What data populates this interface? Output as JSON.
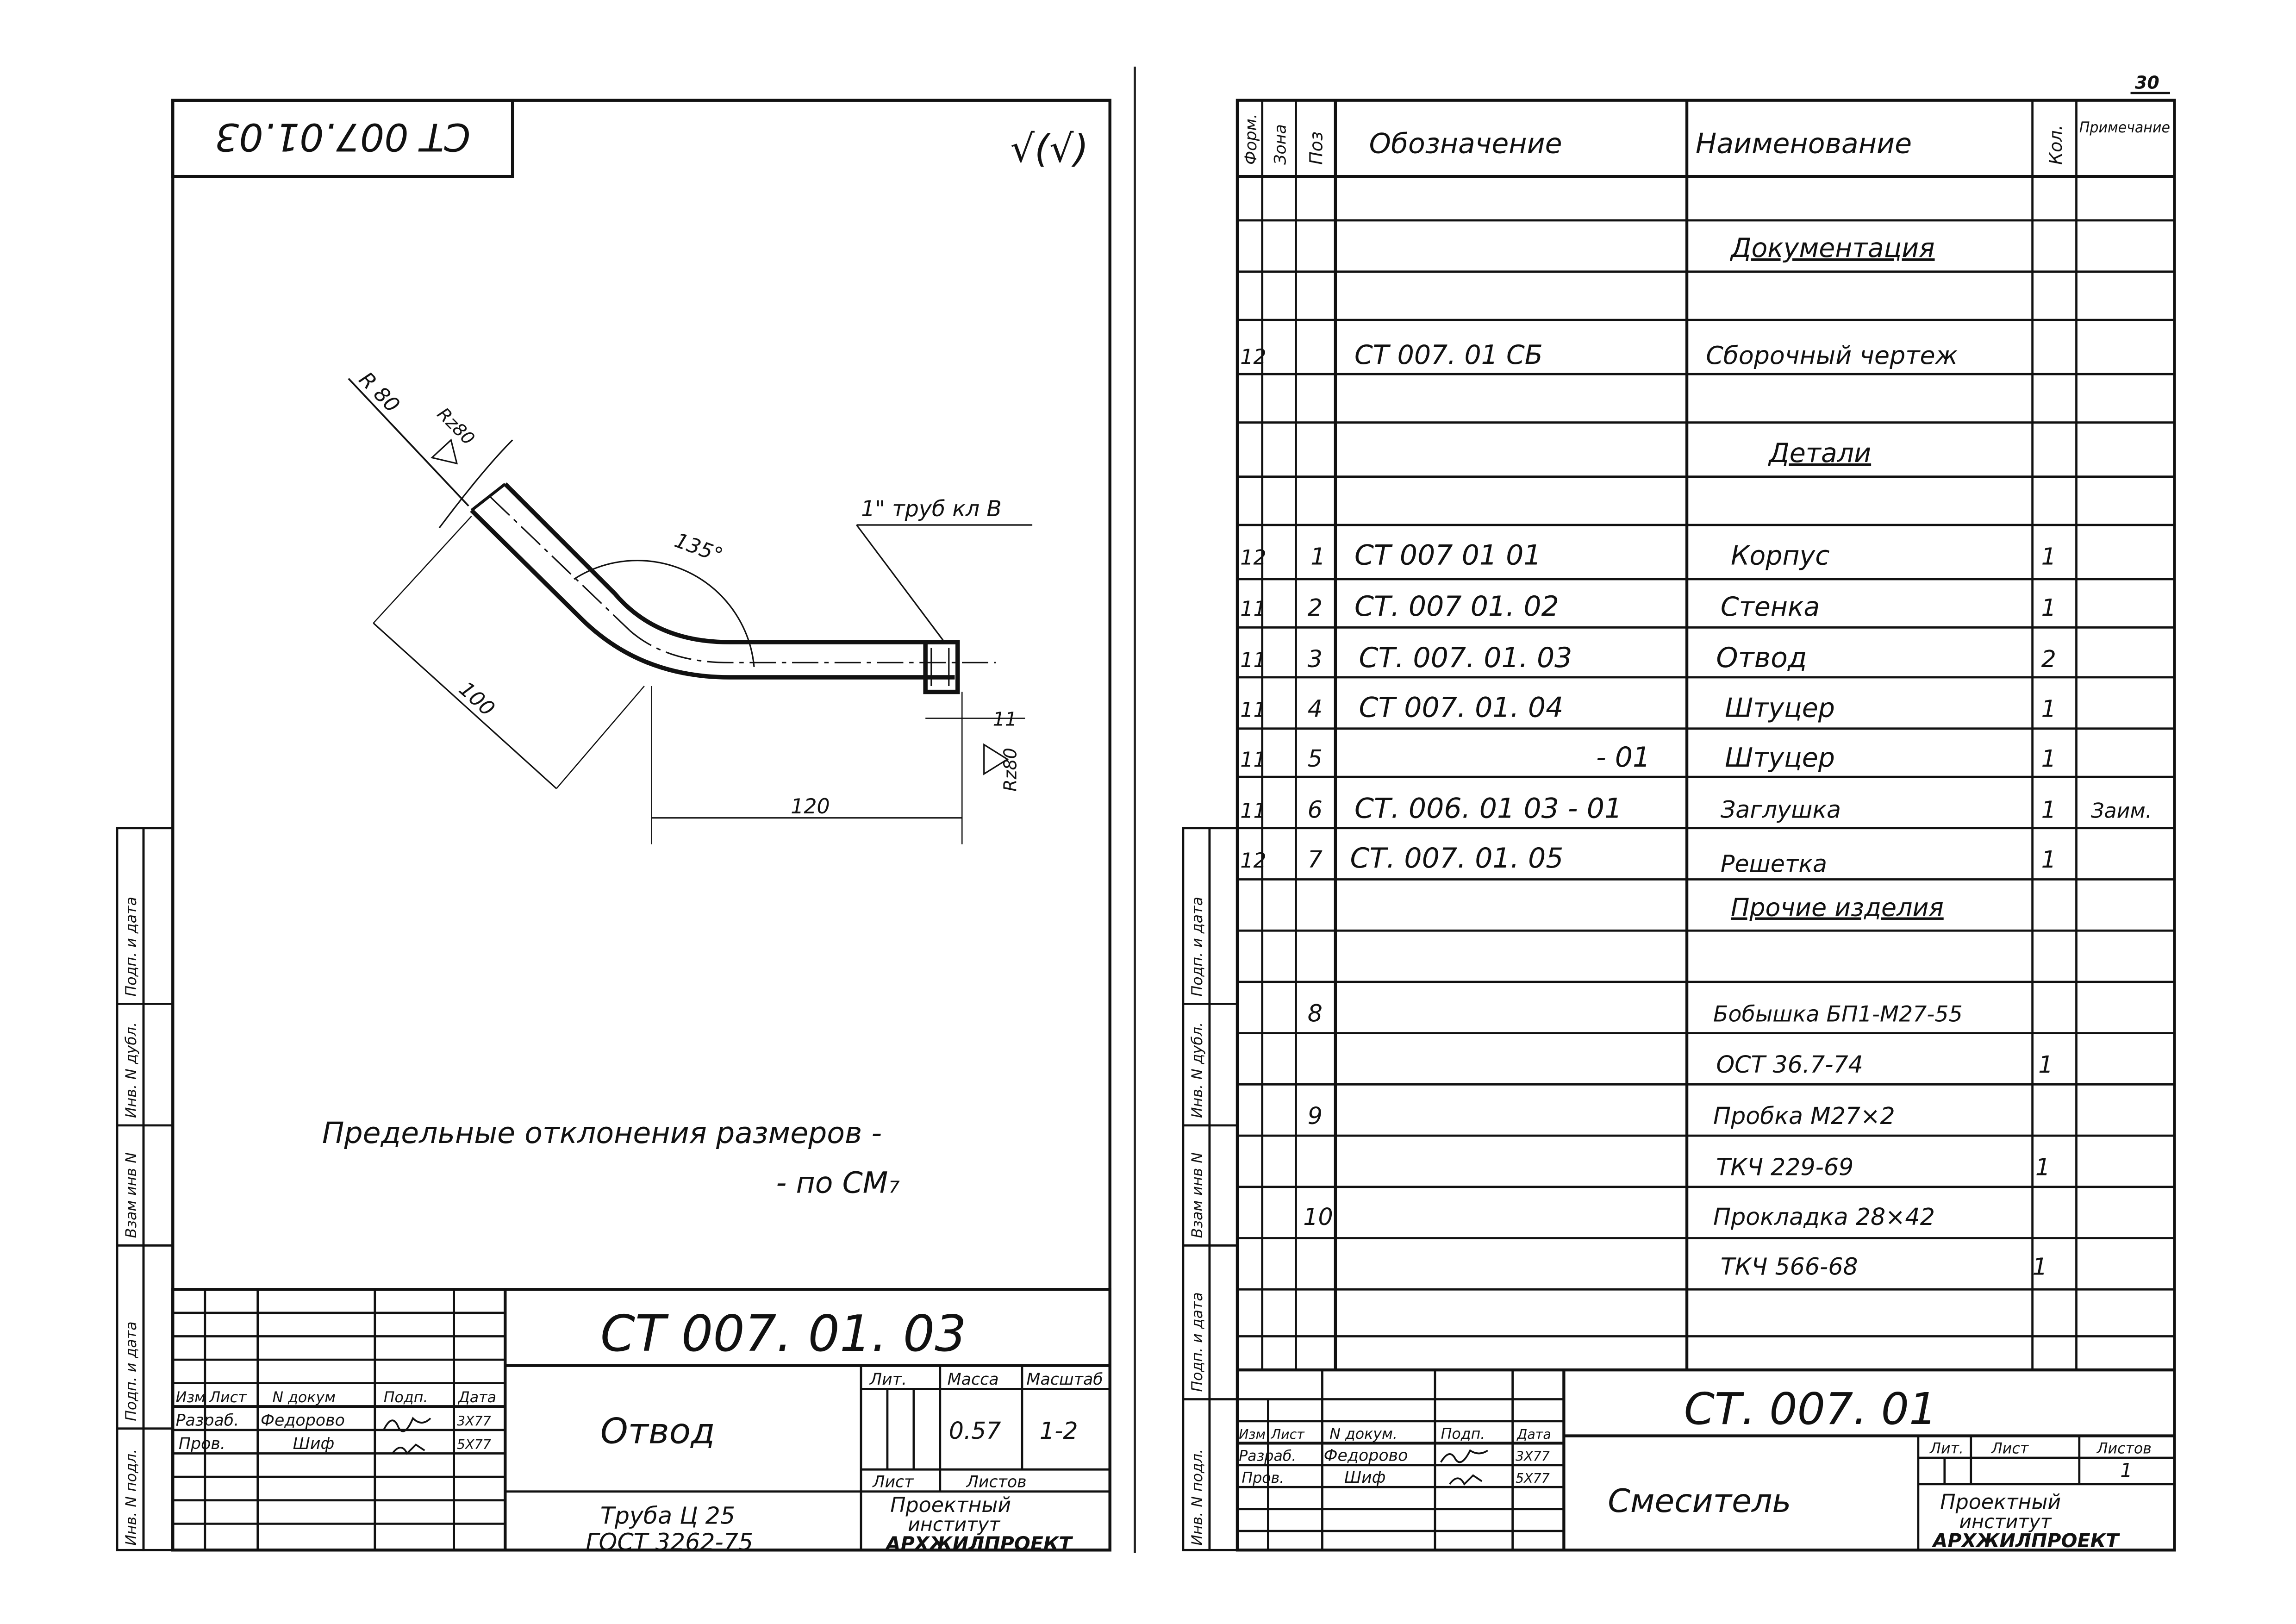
{
  "page_number": "30",
  "left_sheet": {
    "corner_code": "СТ 007.01.03",
    "roughness_symbol": "√(√)",
    "part": {
      "radius_outer": "R 80",
      "roughness_rz80": "Rz80",
      "bend_angle": "135°",
      "length_straight": "100",
      "length_end": "120",
      "thread_callout": "1\" труб кл B",
      "end_width": "11",
      "end_roughness": "Rz80"
    },
    "note_line1": "Предельные отклонения размеров -",
    "note_line2": "- по СМ₇",
    "side_labels": [
      "Инв. N подл.",
      "Подп. и дата",
      "Взам инв N",
      "Инв. N дубл.",
      "Подп. и дата"
    ],
    "title_block": {
      "code": "СТ 007. 01. 03",
      "headers": [
        "Изм",
        "Лист",
        "N докум",
        "Подп.",
        "Дата"
      ],
      "rows": [
        {
          "role": "Разраб.",
          "name": "Федорово",
          "date": "3X77"
        },
        {
          "role": "Пров.",
          "name": "Шиф",
          "date": "5X77"
        }
      ],
      "name": "Отвод",
      "lit_header": "Лит.",
      "mass_header": "Масса",
      "scale_header": "Масштаб",
      "mass": "0.57",
      "scale": "1-2",
      "sheet_header": "Лист",
      "sheets_header": "Листов",
      "material_line1": "Труба Ц 25",
      "material_line2": "ГОСТ 3262-75",
      "org_line1": "Проектный",
      "org_line2": "институт",
      "org_line3": "АРХЖИЛПРОЕКТ"
    }
  },
  "right_sheet": {
    "headers": {
      "format": "Форм.",
      "zone": "Зона",
      "pos": "Поз",
      "designation": "Обозначение",
      "name": "Наименование",
      "qty": "Кол.",
      "note": "Примечание"
    },
    "rows": [
      {
        "format": "",
        "pos": "",
        "designation": "",
        "name": "Документация",
        "qty": "",
        "note": "",
        "heading": true
      },
      {
        "format": "12",
        "pos": "",
        "designation": "СТ 007. 01 СБ",
        "name": "Сборочный чертеж",
        "qty": "",
        "note": ""
      },
      {
        "format": "",
        "pos": "",
        "designation": "",
        "name": "Детали",
        "qty": "",
        "note": "",
        "heading": true
      },
      {
        "format": "12",
        "pos": "1",
        "designation": "СТ 007 01 01",
        "name": "Корпус",
        "qty": "1",
        "note": ""
      },
      {
        "format": "11",
        "pos": "2",
        "designation": "СТ. 007 01. 02",
        "name": "Стенка",
        "qty": "1",
        "note": ""
      },
      {
        "format": "11",
        "pos": "3",
        "designation": "СТ. 007. 01. 03",
        "name": "Отвод",
        "qty": "2",
        "note": ""
      },
      {
        "format": "11",
        "pos": "4",
        "designation": "СТ 007. 01. 04",
        "name": "Штуцер",
        "qty": "1",
        "note": ""
      },
      {
        "format": "11",
        "pos": "5",
        "designation": "- 01",
        "name": "Штуцер",
        "qty": "1",
        "note": ""
      },
      {
        "format": "11",
        "pos": "6",
        "designation": "СТ. 006. 01 03 - 01",
        "name": "Заглушка",
        "qty": "1",
        "note": "Заим."
      },
      {
        "format": "12",
        "pos": "7",
        "designation": "СТ. 007. 01. 05",
        "name": "Решетка",
        "qty": "1",
        "note": ""
      },
      {
        "format": "",
        "pos": "",
        "designation": "",
        "name": "Прочие изделия",
        "qty": "",
        "note": "",
        "heading": true
      },
      {
        "format": "",
        "pos": "8",
        "designation": "",
        "name": "Бобышка БП1-М27-55",
        "qty": "",
        "note": ""
      },
      {
        "format": "",
        "pos": "",
        "designation": "",
        "name": "ОСТ 36.7-74",
        "qty": "1",
        "note": ""
      },
      {
        "format": "",
        "pos": "9",
        "designation": "",
        "name": "Пробка М27×2",
        "qty": "",
        "note": ""
      },
      {
        "format": "",
        "pos": "",
        "designation": "",
        "name": "ТКЧ 229-69",
        "qty": "1",
        "note": ""
      },
      {
        "format": "",
        "pos": "10",
        "designation": "",
        "name": "Прокладка 28×42",
        "qty": "",
        "note": ""
      },
      {
        "format": "",
        "pos": "",
        "designation": "",
        "name": "ТКЧ 566-68",
        "qty": "1",
        "note": ""
      }
    ],
    "side_labels": [
      "Инв. N подл.",
      "Подп. и дата",
      "Взам инв N",
      "Инв. N дубл.",
      "Подп. и дата"
    ],
    "title_block": {
      "code": "СТ. 007. 01",
      "headers": [
        "Изм",
        "Лист",
        "N докум.",
        "Подп.",
        "Дата"
      ],
      "rows": [
        {
          "role": "Разраб.",
          "name": "Федорово",
          "date": "3X77"
        },
        {
          "role": "Пров.",
          "name": "Шиф",
          "date": "5X77"
        }
      ],
      "name": "Смеситель",
      "lit_header": "Лит.",
      "sheet_header": "Лист",
      "sheets_header": "Листов",
      "sheets_value": "1",
      "org_line1": "Проектный",
      "org_line2": "институт",
      "org_line3": "АРХЖИЛПРОЕКТ"
    }
  }
}
